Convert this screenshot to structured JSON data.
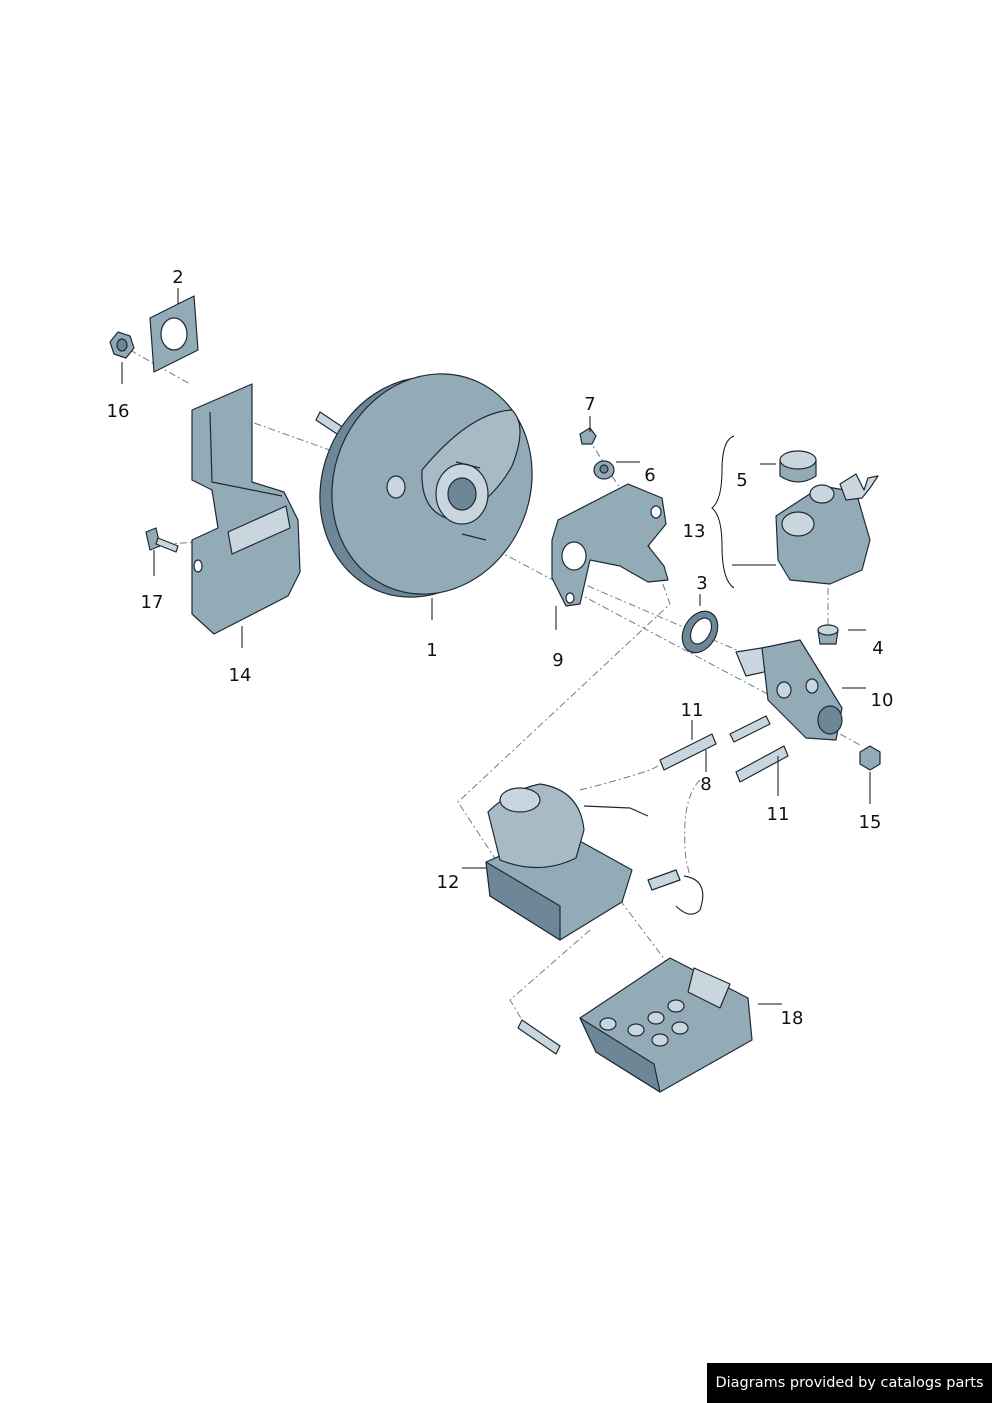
{
  "diagram": {
    "callouts": {
      "c1": "1",
      "c2": "2",
      "c3": "3",
      "c4": "4",
      "c5": "5",
      "c6": "6",
      "c7": "7",
      "c8": "8",
      "c9": "9",
      "c10": "10",
      "c11a": "11",
      "c11b": "11",
      "c12": "12",
      "c13": "13",
      "c14": "14",
      "c15": "15",
      "c16": "16",
      "c17": "17",
      "c18": "18"
    },
    "colors": {
      "part_fill": "#93aab7",
      "part_light": "#c9d6de",
      "part_dark": "#6e8796",
      "outline": "#1d2b36",
      "line_dash": "#6b7f8c"
    }
  },
  "footer": {
    "text": "Diagrams provided by catalogs parts"
  }
}
